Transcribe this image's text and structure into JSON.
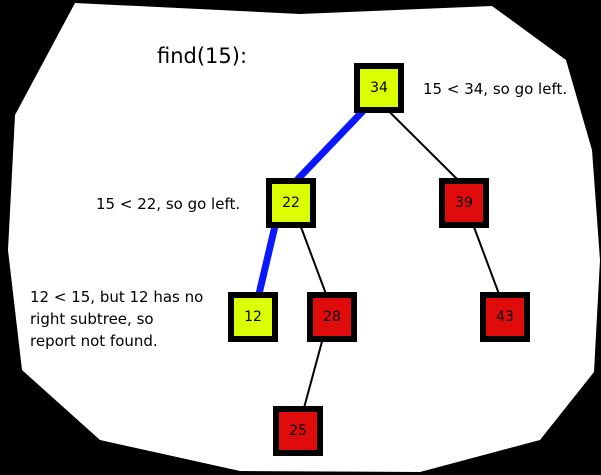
{
  "title": "find(15):",
  "colors": {
    "visited": "#dcff00",
    "unvisited": "#e00b0b",
    "path": "#0a18ff",
    "edge": "#000000",
    "background": "#ffffff"
  },
  "nodes": [
    {
      "id": "34",
      "label": "34",
      "state": "visited"
    },
    {
      "id": "22",
      "label": "22",
      "state": "visited"
    },
    {
      "id": "39",
      "label": "39",
      "state": "unvisited"
    },
    {
      "id": "12",
      "label": "12",
      "state": "visited"
    },
    {
      "id": "28",
      "label": "28",
      "state": "unvisited"
    },
    {
      "id": "43",
      "label": "43",
      "state": "unvisited"
    },
    {
      "id": "25",
      "label": "25",
      "state": "unvisited"
    }
  ],
  "edges": [
    {
      "from": "34",
      "to": "22",
      "on_path": true
    },
    {
      "from": "34",
      "to": "39",
      "on_path": false
    },
    {
      "from": "22",
      "to": "12",
      "on_path": true
    },
    {
      "from": "22",
      "to": "28",
      "on_path": false
    },
    {
      "from": "39",
      "to": "43",
      "on_path": false
    },
    {
      "from": "28",
      "to": "25",
      "on_path": false
    }
  ],
  "annotations": {
    "root_step": "15 < 34, so go left.",
    "second_step": "15 < 22, so go left.",
    "final_step_lines": [
      "12 < 15, but 12 has no",
      "right subtree, so",
      "report not found."
    ]
  }
}
